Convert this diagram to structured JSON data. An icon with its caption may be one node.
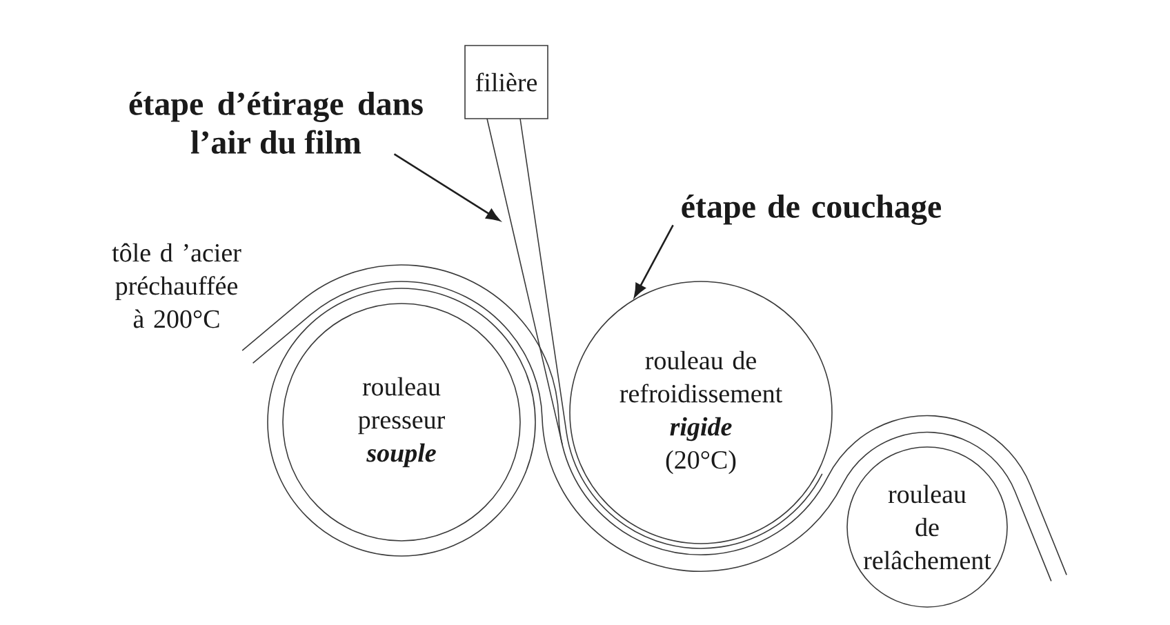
{
  "diagram": {
    "nodes": [
      {
        "text": [
          "filière"
        ]
      },
      {
        "text": [
          "étape d’étirage dans l’air du film"
        ]
      },
      {
        "text": [
          "étape de couchage"
        ]
      },
      {
        "text": [
          "rouleau presseur",
          "souple"
        ]
      },
      {
        "text": [
          "rouleau de refroidissement",
          "rigide",
          "(20°C)"
        ]
      },
      {
        "text": [
          "rouleau de relâchement"
        ]
      }
    ],
    "edges": [
      {
        "from": 1,
        "to": null,
        "arrow": "to"
      },
      {
        "from": 2,
        "to": 4,
        "arrow": "to"
      }
    ],
    "labels": [
      "tôle d ’acier préchauffée à 200°C"
    ]
  }
}
